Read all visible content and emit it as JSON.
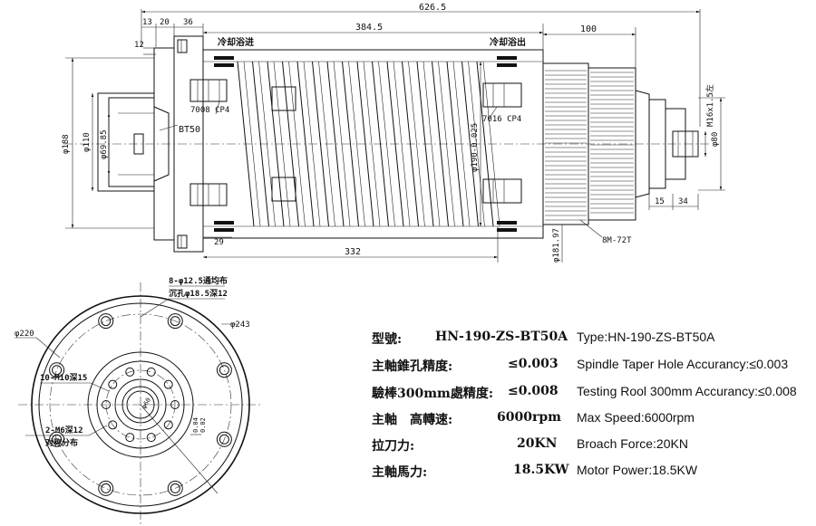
{
  "dimensions": {
    "overall_length": "626.5",
    "d13": "13",
    "d20": "20",
    "d36": "36",
    "d12": "12",
    "d384": "384.5",
    "d100": "100",
    "d188": "φ188",
    "d110": "φ110",
    "d6985": "φ69.85",
    "d190": "φ190-0.025",
    "d18197": "φ181.97",
    "d80": "φ80",
    "thread": "M16x1.5左",
    "d15": "15",
    "d34": "34",
    "d29": "29",
    "d332": "332",
    "d243": "φ243",
    "d220": "φ220",
    "d60": "φ60",
    "d004": "0.04",
    "d002": "0.02"
  },
  "labels": {
    "coolant_in": "冷却浴进",
    "coolant_out": "冷却浴出",
    "bearing_front": "7008 CP4",
    "bearing_rear": "7016 CP4",
    "taper": "BT50",
    "belt": "8M-72T",
    "holes_8": "8-φ12.5通均布",
    "counterbore": "沉孔φ18.5深12",
    "holes_10": "10-M10深15",
    "holes_2": "2-M6深12",
    "symmetric": "对称分布"
  },
  "specs": [
    {
      "cn_label": "型號:",
      "cn_value": "HN-190-ZS-BT50A",
      "en": "Type:HN-190-ZS-BT50A"
    },
    {
      "cn_label": "主軸錐孔精度:",
      "cn_value": "≤0.003",
      "en": "Spindle Taper Hole Accurancy:≤0.003"
    },
    {
      "cn_label": "驗棒300mm處精度:",
      "cn_value": "≤0.008",
      "en": "Testing Rool 300mm Accurancy:≤0.008"
    },
    {
      "cn_label": "主軸　高轉速:",
      "cn_value": "6000rpm",
      "en": "Max Speed:6000rpm"
    },
    {
      "cn_label": "拉刀力:",
      "cn_value": "20KN",
      "en": "Broach Force:20KN"
    },
    {
      "cn_label": "主軸馬力:",
      "cn_value": "18.5KW",
      "en": "Motor Power:18.5KW"
    }
  ]
}
